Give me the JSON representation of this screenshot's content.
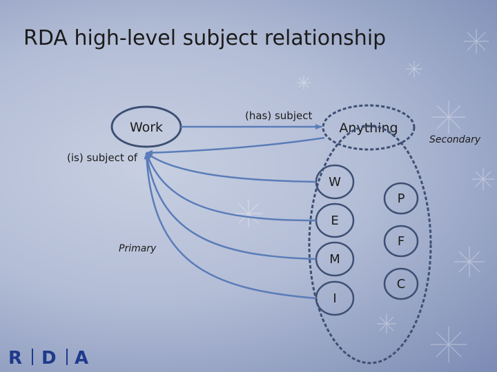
{
  "title": "RDA high-level subject relationship",
  "nodes": {
    "work": "Work",
    "anything": "Anything",
    "w": "W",
    "e": "E",
    "m": "M",
    "i": "I",
    "p": "P",
    "f": "F",
    "c": "C"
  },
  "labels": {
    "has_subject": "(has) subject",
    "is_subject_of": "(is) subject of",
    "primary": "Primary",
    "secondary": "Secondary"
  },
  "logo": {
    "text": "RDA",
    "letters": [
      "R",
      "D",
      "A"
    ]
  },
  "colors": {
    "ellipse_stroke": "#3d4f73",
    "arrow": "#5a7cb8",
    "background": "#b3bdd6"
  }
}
